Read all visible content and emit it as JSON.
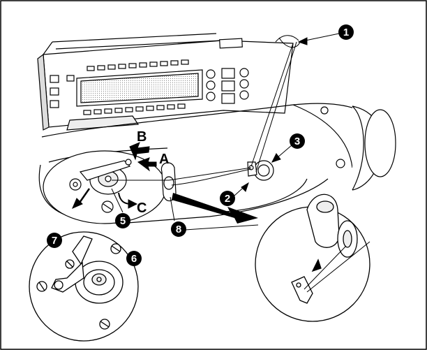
{
  "labels": {
    "letters": {
      "a": "A",
      "b": "B",
      "c": "C"
    },
    "callouts": {
      "n1": "1",
      "n2": "2",
      "n3": "3",
      "n5": "5",
      "n6": "6",
      "n7": "7",
      "n8": "8"
    }
  },
  "colors": {
    "ink": "#000000",
    "paper": "#ffffff",
    "shade": "#e6e6e6"
  }
}
